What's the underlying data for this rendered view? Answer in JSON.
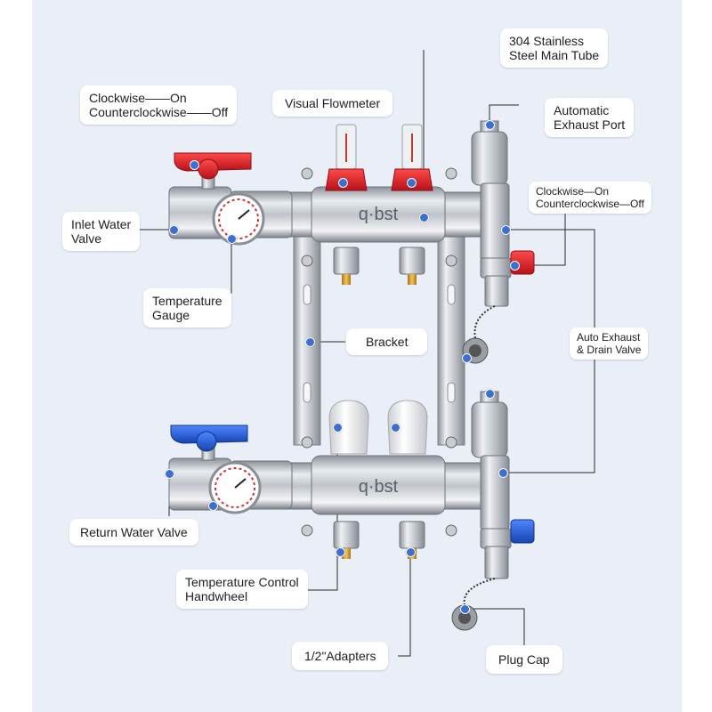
{
  "brand": "q·bst",
  "colors": {
    "accent": "#3d6fd0",
    "background": "#e9eef7",
    "handle_red": "#d8202a",
    "handle_blue": "#1f5bd6"
  },
  "labels": {
    "main_tube": [
      "304 Stainless",
      "Steel Main Tube"
    ],
    "visual_flowmeter": "Visual Flowmeter",
    "inlet_switch": [
      "Clockwise——On",
      "Counterclockwise——Off"
    ],
    "auto_exhaust_port": [
      "Automatic",
      "Exhaust Port"
    ],
    "drain_switch": [
      "Clockwise—On",
      "Counterclockwise—Off"
    ],
    "inlet_water_valve": [
      "Inlet Water",
      "Valve"
    ],
    "temperature_gauge": [
      "Temperature",
      "Gauge"
    ],
    "bracket": "Bracket",
    "auto_exhaust_drain": [
      "Auto Exhaust",
      "& Drain Valve"
    ],
    "return_water_valve": "Return Water Valve",
    "temp_control_handwheel": [
      "Temperature Control",
      "Handwheel"
    ],
    "adapters": "1/2\"Adapters",
    "plug_cap": "Plug Cap"
  }
}
